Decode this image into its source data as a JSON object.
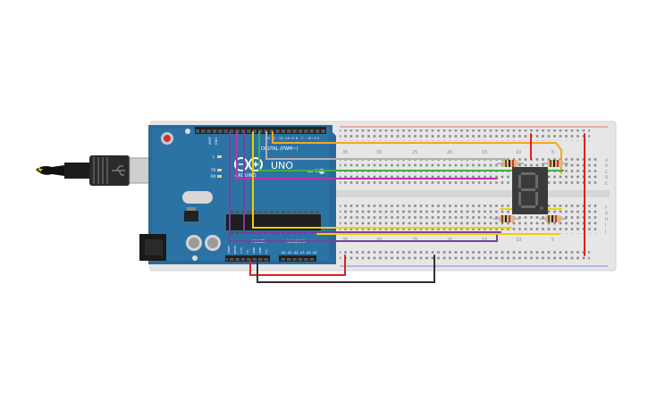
{
  "board": {
    "model_label": "UNO",
    "brand_label": "ARDUINO",
    "digital_header_label": "DIGITAL (PWM~)",
    "power_label": "POWER",
    "analog_label": "ANALOG IN",
    "on_label": "ON",
    "led_l_label": "L",
    "tx_label": "TX",
    "rx_label": "RX",
    "aref_label": "AREF",
    "gnd_label": "GND",
    "digital_pin_numbers": [
      "13",
      "12",
      "~11",
      "~10",
      "~9",
      "8",
      "7",
      "~6",
      "~5",
      "4",
      "~3",
      "2",
      "TX 1",
      "RX 0"
    ],
    "power_pins": [
      "IOREF",
      "RESET",
      "3.3V",
      "5V",
      "GND",
      "GND",
      "Vin"
    ],
    "analog_pins": [
      "A0",
      "A1",
      "A2",
      "A3",
      "A4",
      "A5"
    ]
  },
  "breadboard": {
    "column_numbers": [
      "35",
      "30",
      "25",
      "20",
      "15",
      "10",
      "5"
    ],
    "row_letters_top": [
      "A",
      "B",
      "C",
      "D",
      "E"
    ],
    "row_letters_bottom": [
      "F",
      "G",
      "H",
      "I",
      "J"
    ]
  },
  "display": {
    "digit_shown": "8"
  },
  "wire_colors": {
    "orange": "#f5a623",
    "gray": "#b0b0b0",
    "green": "#3cb043",
    "magenta": "#c030b0",
    "yellow": "#f0d000",
    "purple": "#7b3fa0",
    "red": "#e02020",
    "black": "#303030"
  }
}
